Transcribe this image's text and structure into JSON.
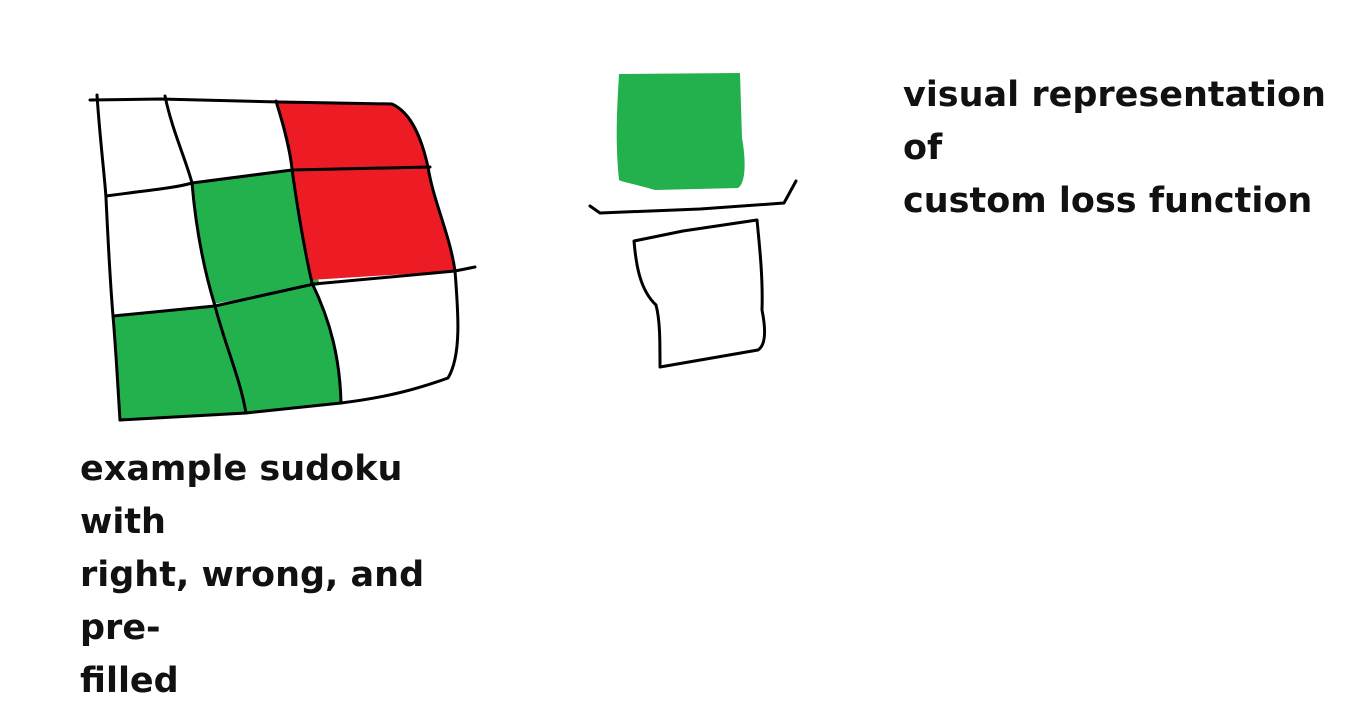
{
  "captions": {
    "sudoku": "example sudoku with\nright, wrong, and pre-\nfilled",
    "loss": "visual representation of\ncustom loss function"
  },
  "colors": {
    "right": "#22b14c",
    "wrong": "#ed1c24",
    "ink": "#000000",
    "prefilled": "#ffffff"
  },
  "grid": {
    "rows": 3,
    "cols": 3,
    "cells": [
      [
        "prefilled",
        "prefilled",
        "wrong"
      ],
      [
        "prefilled",
        "right",
        "wrong"
      ],
      [
        "right",
        "right",
        "prefilled"
      ]
    ]
  },
  "fraction": {
    "numerator": "right",
    "denominator": "prefilled"
  }
}
